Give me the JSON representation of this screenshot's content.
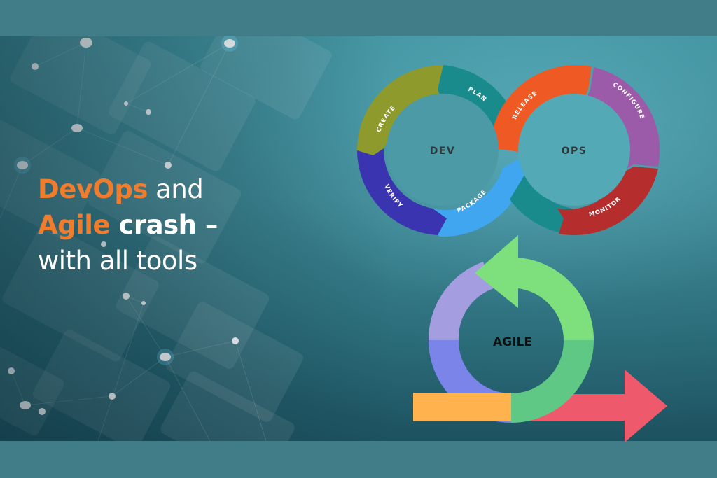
{
  "title": {
    "line1": {
      "highlight": "DevOps",
      "rest": " and"
    },
    "line2": {
      "highlight": "Agile",
      "rest": " crash –"
    },
    "line3": "with all tools"
  },
  "devops_diagram": {
    "left_center": "DEV",
    "right_center": "OPS",
    "stages": [
      {
        "label": "CREATE",
        "color": "#8e9a2c"
      },
      {
        "label": "PLAN",
        "color": "#1a8b8c"
      },
      {
        "label": "VERIFY",
        "color": "#3b34b0"
      },
      {
        "label": "PACKAGE",
        "color": "#3fa6ef"
      },
      {
        "label": "RELEASE",
        "color": "#ef5a24"
      },
      {
        "label": "CONFIGURE",
        "color": "#9b5ba8"
      },
      {
        "label": "MONITOR",
        "color": "#b52d2d"
      }
    ]
  },
  "agile_diagram": {
    "center": "AGILE",
    "colors": {
      "top_left": "#a49ee0",
      "bottom_left": "#7b84e8",
      "top_right": "#7ee07c",
      "bottom_right": "#5ec884",
      "bar": "#ffb24e",
      "arrow": "#ee5a6b"
    }
  },
  "colors": {
    "accent_orange": "#f07c2e",
    "band": "#417c89"
  }
}
